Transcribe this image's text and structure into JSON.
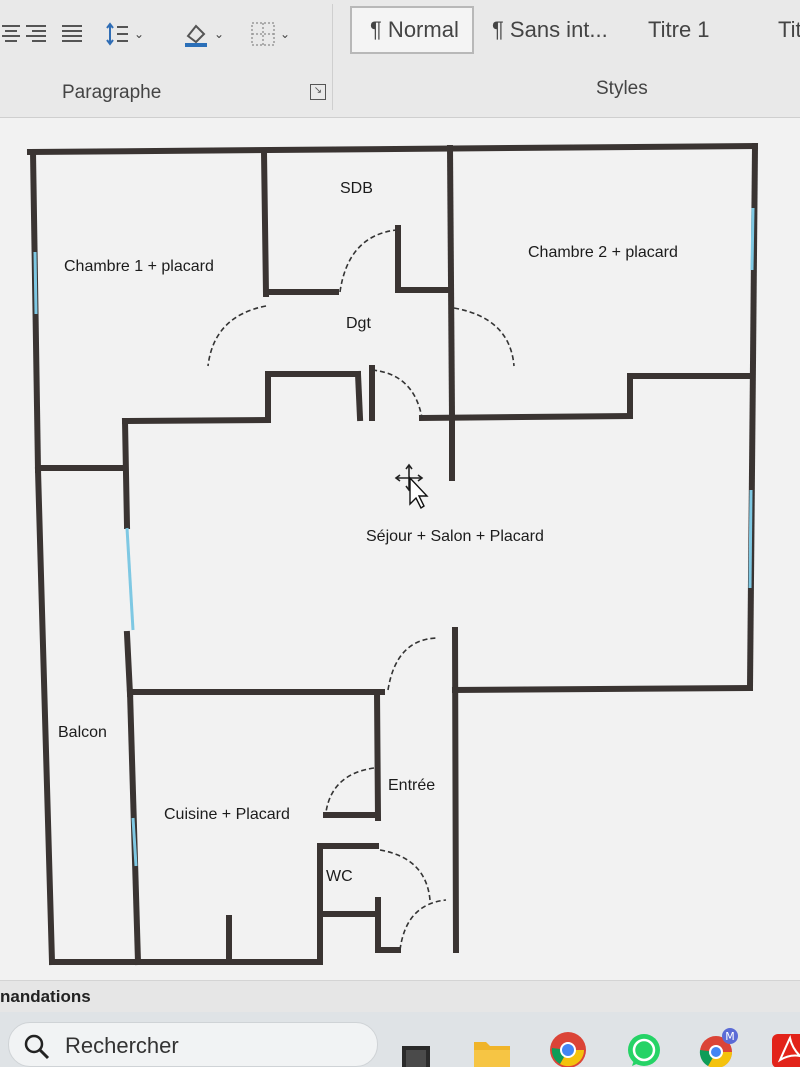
{
  "ribbon": {
    "paragraph_group": "Paragraphe",
    "styles_group": "Styles",
    "launcher_glyph": "↘",
    "styles": [
      "¶ Normal",
      "¶ Sans int...",
      "Titre 1",
      "Tit"
    ]
  },
  "plan": {
    "rooms": {
      "chambre1": "Chambre 1 + placard",
      "sdb": "SDB",
      "chambre2": "Chambre 2 + placard",
      "dgt": "Dgt",
      "sejour": "Séjour + Salon + Placard",
      "balcon": "Balcon",
      "cuisine": "Cuisine + Placard",
      "entree": "Entrée",
      "wc": "WC"
    },
    "colors": {
      "wall": "#3a3432",
      "window": "#7ec8e3",
      "door_arc": "#333333"
    }
  },
  "bottom": {
    "partial_text": "nandations"
  },
  "taskbar": {
    "search_placeholder": "Rechercher",
    "icons": [
      "file-explorer-icon",
      "folder-icon",
      "chrome-icon",
      "whatsapp-icon",
      "chrome-profile-icon",
      "acrobat-icon"
    ],
    "profile_badge": "M"
  }
}
